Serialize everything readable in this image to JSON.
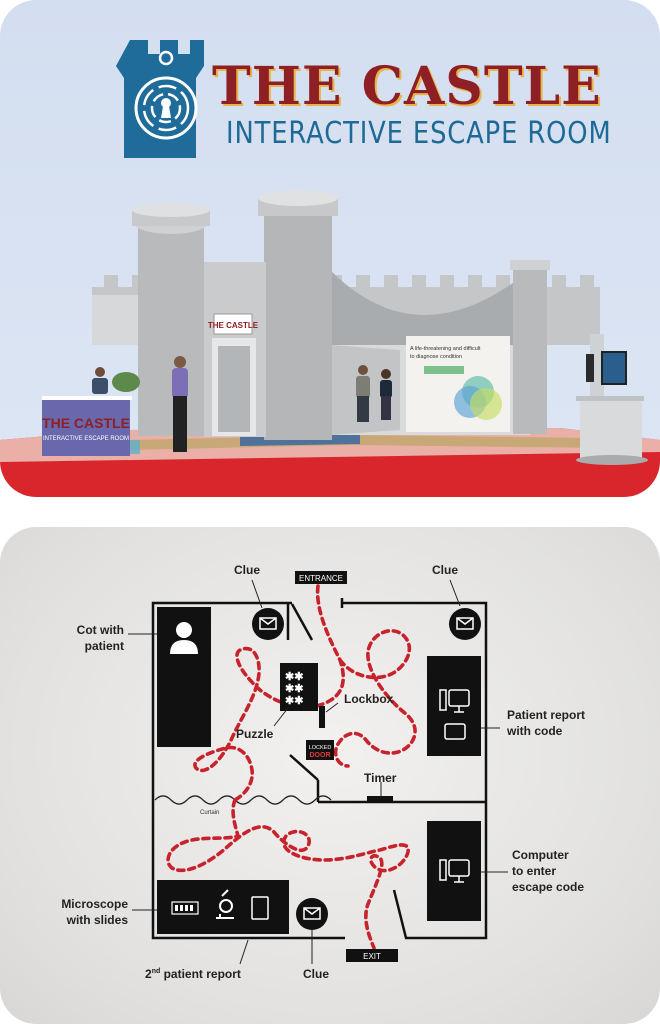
{
  "logo": {
    "title": "THE CASTLE",
    "subtitle": "INTERACTIVE ESCAPE ROOM",
    "icon": "castle-tower-keyhole-icon",
    "title_color": "#8e1f24",
    "subtitle_color": "#1e6a96"
  },
  "photo": {
    "booth_sign": "THE CASTLE",
    "booth_sign_sub": "INTERACTIVE ESCAPE ROOM",
    "banner_line1": "A life-threatening and difficult",
    "banner_line2": "to diagnose condition"
  },
  "plan": {
    "entrance_label": "ENTRANCE",
    "exit_label": "EXIT",
    "curtain_label": "Curtain",
    "locked_sign_top": "LOCKED",
    "locked_sign_bottom": "DOOR",
    "callouts": {
      "clue_top_left": "Clue",
      "clue_top_right": "Clue",
      "cot_line1": "Cot with",
      "cot_line2": "patient",
      "lockbox": "Lockbox",
      "puzzle": "Puzzle",
      "timer": "Timer",
      "patient_report_line1": "Patient report",
      "patient_report_line2": "with code",
      "computer_line1": "Computer",
      "computer_line2": "to enter",
      "computer_line3": "escape code",
      "microscope_line1": "Microscope",
      "microscope_line2": "with slides",
      "second_report_num": "2",
      "second_report_sup": "nd",
      "second_report_rest": " patient report",
      "clue_bottom": "Clue"
    },
    "path_color": "#c8232c",
    "wall_color": "#111111"
  }
}
